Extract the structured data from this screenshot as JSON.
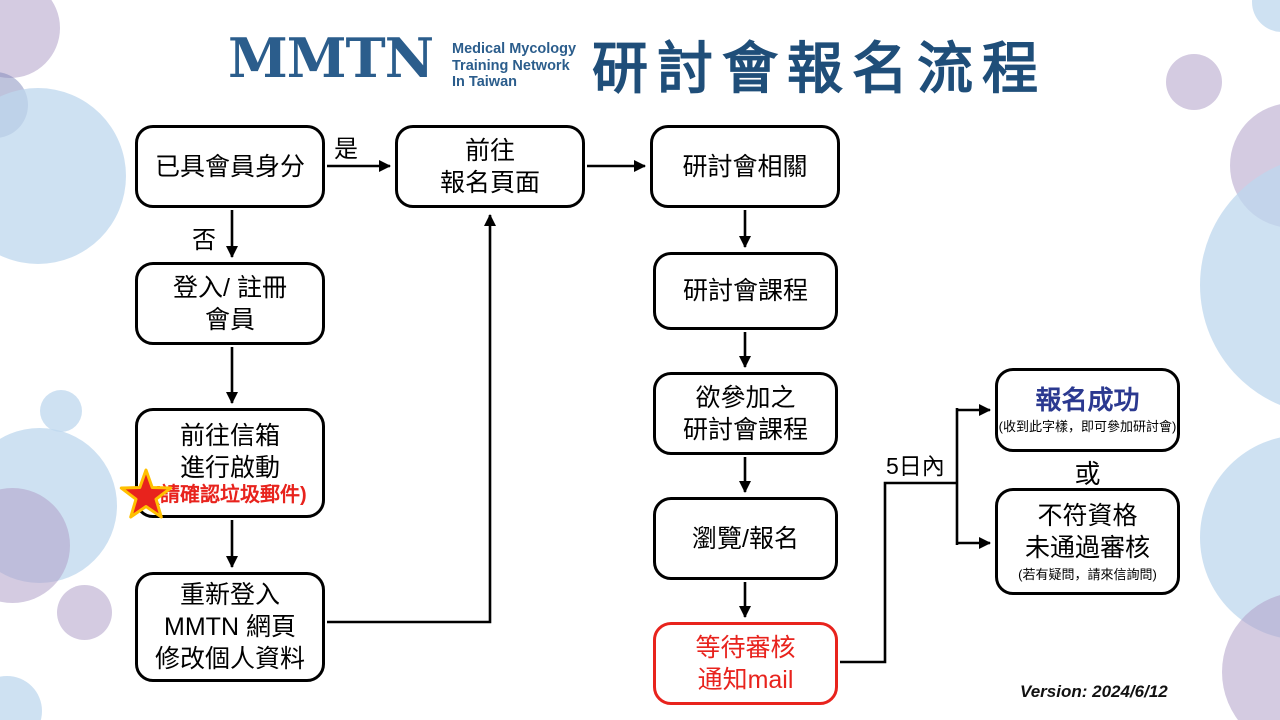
{
  "colors": {
    "navy_title": "#1f4e79",
    "logo_blue": "#2b5d8c",
    "red": "#e8231d",
    "success_blue": "#2b3990",
    "star_yellow": "#ffc000",
    "bg_circle_blue": "rgba(189,215,238,0.75)",
    "bg_circle_purple": "rgba(176,160,200,0.55)",
    "bg_circle_peri": "rgba(125,135,185,0.50)"
  },
  "header": {
    "logo_acronym": "MMTN",
    "logo_tagline_line1": "Medical Mycology",
    "logo_tagline_line2": "Training Network",
    "logo_tagline_line3": "In Taiwan",
    "title": "研討會報名流程"
  },
  "labels": {
    "yes": "是",
    "no": "否",
    "or": "或",
    "within_days": "5日內"
  },
  "nodes": {
    "member_status": {
      "lines": [
        "已具會員身分"
      ]
    },
    "login_register": {
      "lines": [
        "登入/ 註冊",
        "會員"
      ]
    },
    "activate_email": {
      "lines": [
        "前往信箱",
        "進行啟動"
      ],
      "note": "(請確認垃圾郵件)"
    },
    "relogin": {
      "lines": [
        "重新登入",
        "MMTN 網頁",
        "修改個人資料"
      ]
    },
    "go_registration": {
      "lines": [
        "前往",
        "報名頁面"
      ]
    },
    "seminar_related": {
      "lines": [
        "研討會相關"
      ]
    },
    "seminar_courses": {
      "lines": [
        "研討會課程"
      ]
    },
    "desired_courses": {
      "lines": [
        "欲參加之",
        "研討會課程"
      ]
    },
    "browse_register": {
      "lines": [
        "瀏覽/報名"
      ]
    },
    "wait_review": {
      "lines": [
        "等待審核",
        "通知mail"
      ]
    },
    "success": {
      "title": "報名成功",
      "note": "(收到此字樣，即可參加研討會)"
    },
    "rejected": {
      "lines": [
        "不符資格",
        "未通過審核"
      ],
      "note": "(若有疑問，請來信詢問)"
    }
  },
  "footer": {
    "version": "Version: 2024/6/12"
  }
}
